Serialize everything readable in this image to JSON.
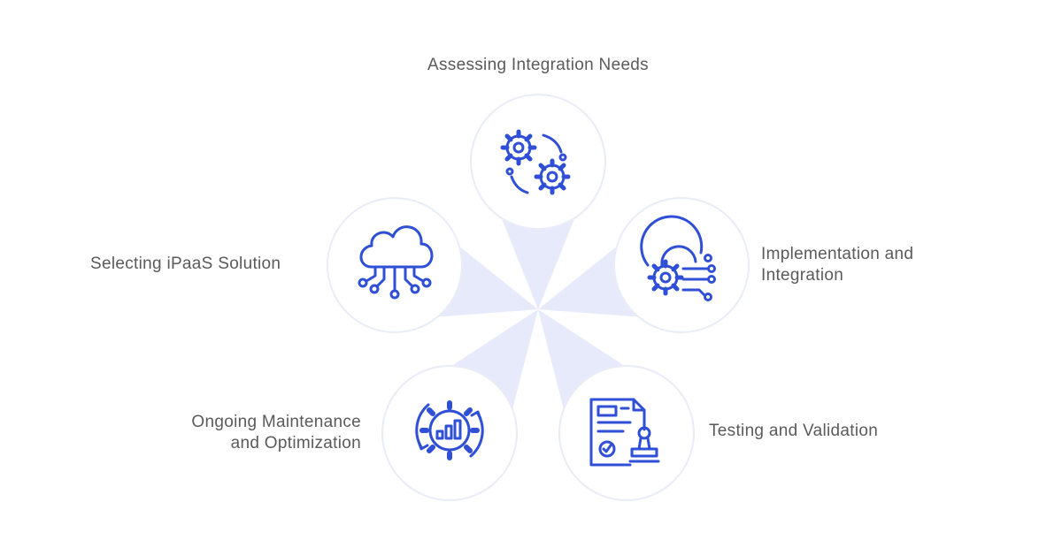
{
  "steps": [
    {
      "id": "assessing",
      "lines": [
        "Assessing Integration Needs"
      ],
      "icon": "gears-icon"
    },
    {
      "id": "implementation",
      "lines": [
        "Implementation and",
        "Integration"
      ],
      "icon": "gear-circuit-icon"
    },
    {
      "id": "testing",
      "lines": [
        "Testing and Validation"
      ],
      "icon": "document-stamp-icon"
    },
    {
      "id": "maintenance",
      "lines": [
        "Ongoing Maintenance",
        "and Optimization"
      ],
      "icon": "gear-chart-cycle-icon"
    },
    {
      "id": "selecting",
      "lines": [
        "Selecting iPaaS Solution"
      ],
      "icon": "cloud-network-icon"
    }
  ],
  "colors": {
    "accent": "#2f4fd6",
    "petal": "#e6eafb",
    "circle_border": "#e9ecf7",
    "text": "#5a5a5a"
  }
}
